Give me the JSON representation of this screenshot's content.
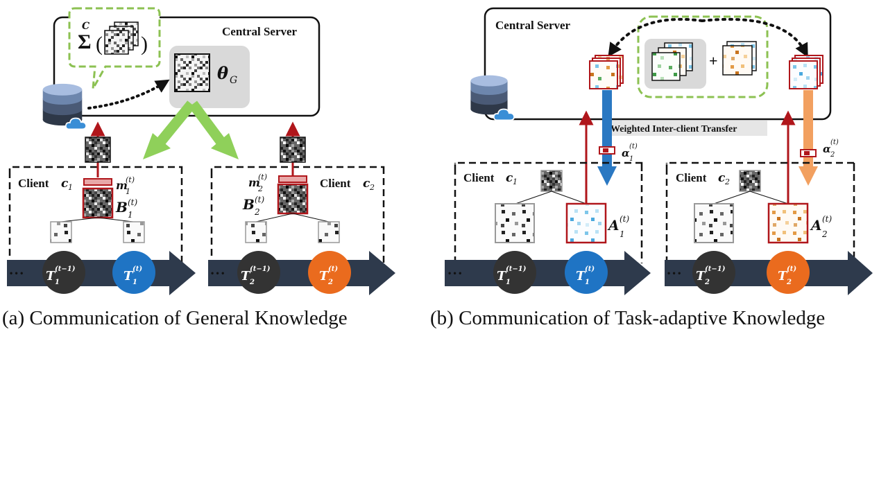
{
  "left": {
    "server_label": "Central Server",
    "sum_symbol": "Σ",
    "sum_upper": "C",
    "sum_open": "(",
    "sum_close": ")",
    "theta_symbol": "θ",
    "theta_sub": "G",
    "client1": {
      "label": "Client",
      "var": "c",
      "sub": "1",
      "mask_var": "m",
      "mask_sub": "1",
      "mask_sup": "(t)",
      "base_var": "B",
      "base_sub": "1",
      "base_sup": "(t)"
    },
    "client2": {
      "label": "Client",
      "var": "c",
      "sub": "2",
      "mask_var": "m",
      "mask_sub": "2",
      "mask_sup": "(t)",
      "base_var": "B",
      "base_sub": "2",
      "base_sup": "(t)"
    },
    "timeline1": {
      "dots": "• • •",
      "prev": {
        "var": "T",
        "sub": "1",
        "sup": "(t−1)"
      },
      "curr": {
        "var": "T",
        "sub": "1",
        "sup": "(t)"
      }
    },
    "timeline2": {
      "dots": "• • •",
      "prev": {
        "var": "T",
        "sub": "2",
        "sup": "(t−1)"
      },
      "curr": {
        "var": "T",
        "sub": "2",
        "sup": "(t)"
      }
    },
    "caption": "(a) Communication of General Knowledge"
  },
  "right": {
    "server_label": "Central Server",
    "plus": "+",
    "transfer_label": "Weighted Inter-client Transfer",
    "alpha1": {
      "var": "α",
      "sub": "1",
      "sup": "(t)"
    },
    "alpha2": {
      "var": "α",
      "sub": "2",
      "sup": "(t)"
    },
    "client1": {
      "label": "Client",
      "var": "c",
      "sub": "1",
      "adapt_var": "A",
      "adapt_sub": "1",
      "adapt_sup": "(t)"
    },
    "client2": {
      "label": "Client",
      "var": "c",
      "sub": "2",
      "adapt_var": "A",
      "adapt_sub": "2",
      "adapt_sup": "(t)"
    },
    "timeline1": {
      "dots": "• • •",
      "prev": {
        "var": "T",
        "sub": "1",
        "sup": "(t−1)"
      },
      "curr": {
        "var": "T",
        "sub": "1",
        "sup": "(t)"
      }
    },
    "timeline2": {
      "dots": "• • •",
      "prev": {
        "var": "T",
        "sub": "2",
        "sup": "(t−1)"
      },
      "curr": {
        "var": "T",
        "sub": "2",
        "sup": "(t)"
      }
    },
    "caption": "(b) Communication of Task-adaptive Knowledge"
  },
  "colors": {
    "dark_node": "#333333",
    "blue_node": "#1f74c4",
    "orange_node": "#ea6b1e",
    "timeline": "#2e3a4c",
    "green_arrow": "#8fd05a",
    "green_dash": "#8cc152",
    "red": "#b0161b",
    "blue_arrow": "#2a78c2",
    "orange_arrow": "#f2a060"
  }
}
